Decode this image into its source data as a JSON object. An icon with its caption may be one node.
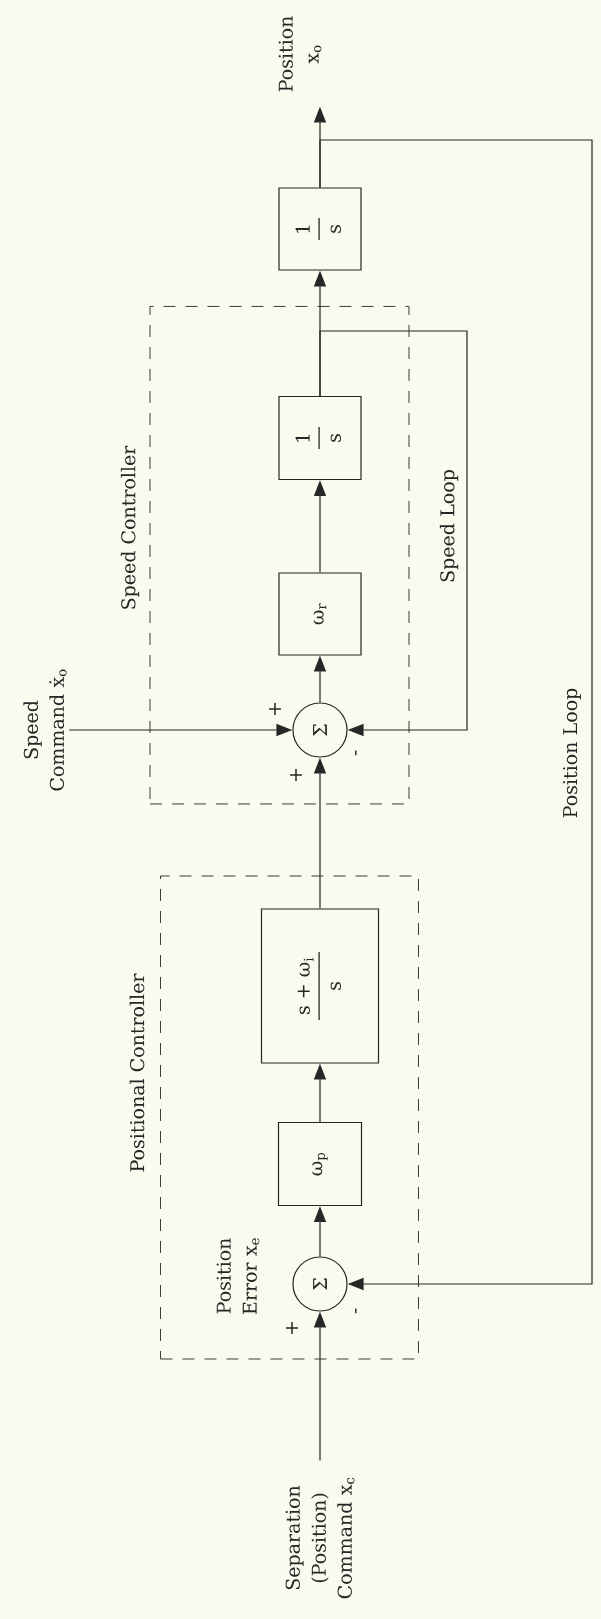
{
  "diagram": {
    "nodes": [
      {
        "text": [
          "Positional Controller"
        ]
      },
      {
        "text": [
          "Speed Controller"
        ]
      },
      {
        "text": [
          "Separation (Position) Command x$_{c}$"
        ]
      },
      {
        "text": [
          "Σ"
        ],
        "in": 0,
        "beside": [
          "+",
          "-"
        ]
      },
      {
        "text": [
          "ω$_{p}$"
        ],
        "in": 0
      },
      {
        "text": [
          "s + ω$_{i}$",
          "s"
        ],
        "in": 0
      },
      {
        "text": [
          "Speed Command ẋ$_{o}$"
        ]
      },
      {
        "text": [
          "Σ"
        ],
        "in": 1,
        "beside": [
          "+",
          "+",
          "-"
        ]
      },
      {
        "text": [
          "ω$_{r}$"
        ],
        "in": 1
      },
      {
        "text": [
          "1",
          "s"
        ],
        "in": 1
      },
      {
        "text": [
          "1",
          "s"
        ]
      },
      {
        "text": [
          "Position x$_{o}$"
        ]
      }
    ],
    "edges": [
      {
        "from": 2,
        "to": 3,
        "arrow": "to"
      },
      {
        "from": 3,
        "to": 4,
        "arrow": "to",
        "label": "Position Error x$_{e}$"
      },
      {
        "from": 4,
        "to": 5,
        "arrow": "to"
      },
      {
        "from": 5,
        "to": 7,
        "arrow": "to"
      },
      {
        "from": 6,
        "to": 7,
        "arrow": "to"
      },
      {
        "from": 7,
        "to": 8,
        "arrow": "to"
      },
      {
        "from": 8,
        "to": 9,
        "arrow": "to"
      },
      {
        "from": 9,
        "to": 10,
        "arrow": "to"
      },
      {
        "from": 10,
        "to": 11,
        "arrow": "to"
      },
      {
        "from": 9,
        "to": 7,
        "arrow": "to",
        "label": "Speed Loop"
      },
      {
        "from": 10,
        "to": 3,
        "arrow": "to",
        "label": "Position Loop"
      }
    ]
  }
}
